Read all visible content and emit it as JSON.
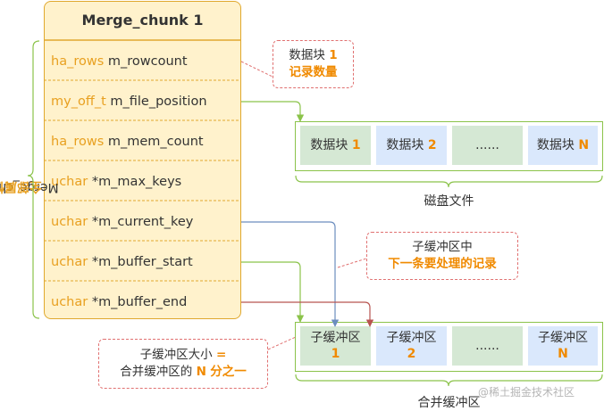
{
  "struct": {
    "title": "Merge_chunk 1",
    "fields": [
      {
        "type": "ha_rows",
        "name": "m_rowcount"
      },
      {
        "type": "my_off_t",
        "name": "m_file_position"
      },
      {
        "type": "ha_rows",
        "name": "m_mem_count"
      },
      {
        "type": "uchar",
        "name": "*m_max_keys"
      },
      {
        "type": "uchar",
        "name": "*m_current_key"
      },
      {
        "type": "uchar",
        "name": "*m_buffer_start"
      },
      {
        "type": "uchar",
        "name": "*m_buffer_end"
      }
    ],
    "side_label": {
      "name": "Merge_chunk",
      "highlight": "全部属性"
    }
  },
  "callouts": {
    "rowcount": {
      "line1_text": "数据块",
      "line1_num": "1",
      "line2": "记录数量"
    },
    "current_key": {
      "line1": "子缓冲区中",
      "line2": "下一条要处理的记录"
    },
    "buffer_size": {
      "line1_text": "子缓冲区大小",
      "line1_op": "=",
      "line2_text": "合并缓冲区的",
      "line2_n": "N",
      "line2_tail": "分之一"
    }
  },
  "disk": {
    "blocks": [
      {
        "label": "数据块",
        "num": "1",
        "color": "green"
      },
      {
        "label": "数据块",
        "num": "2",
        "color": "blue"
      },
      {
        "label": "......",
        "num": "",
        "color": "green"
      },
      {
        "label": "数据块",
        "num": "N",
        "color": "blue"
      }
    ],
    "caption": "磁盘文件"
  },
  "merge_buffer": {
    "blocks": [
      {
        "label": "子缓冲区",
        "num": "1",
        "color": "green"
      },
      {
        "label": "子缓冲区",
        "num": "2",
        "color": "blue"
      },
      {
        "label": "......",
        "num": "",
        "color": "green"
      },
      {
        "label": "子缓冲区",
        "num": "N",
        "color": "blue"
      }
    ],
    "caption": "合并缓冲区"
  },
  "watermark": "@稀土掘金技术社区",
  "colors": {
    "struct_fill": "#fff2cc",
    "struct_border": "#e0a82e",
    "type_text": "#e8a020",
    "highlight": "#f08a00",
    "green_cell": "#d5e8d4",
    "blue_cell": "#dae8fc",
    "outer_border": "#8bc34a",
    "arrow_green": "#8bc34a",
    "arrow_blue": "#6c8ebf",
    "arrow_red": "#b85450",
    "callout_border": "#e07070"
  }
}
